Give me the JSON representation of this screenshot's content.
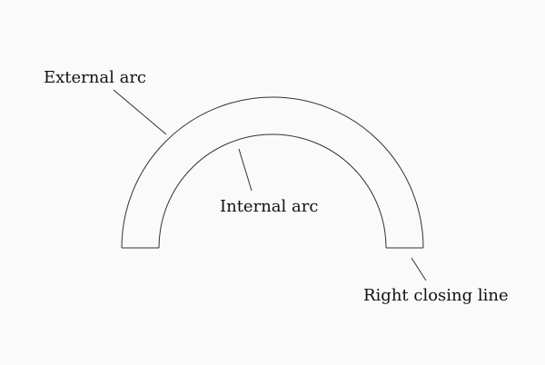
{
  "labels": {
    "external_arc": "External arc",
    "internal_arc": "Internal arc",
    "right_closing_line": "Right closing line"
  },
  "colors": {
    "stroke": "#333333",
    "text": "#111111",
    "background": "#fafafa"
  }
}
